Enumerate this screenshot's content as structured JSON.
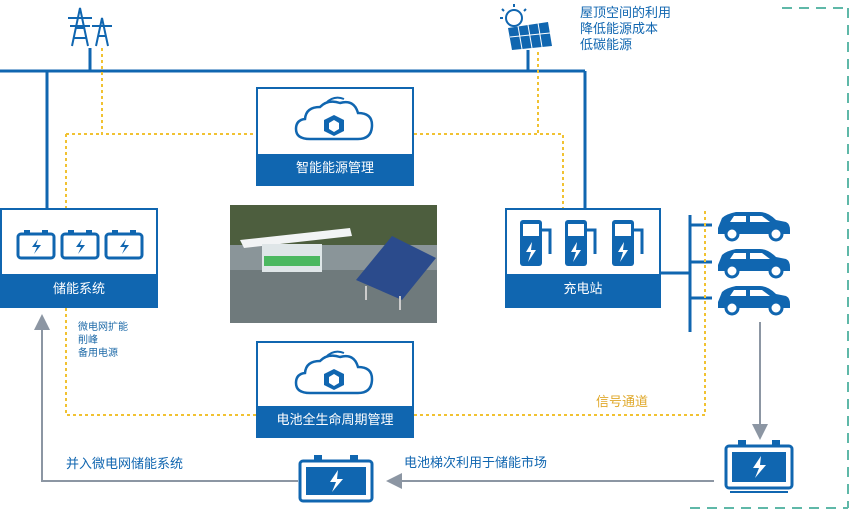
{
  "rooftop": {
    "line1": "屋顶空间的利用",
    "line2": "降低能源成本",
    "line3": "低碳能源"
  },
  "boxes": {
    "energy_mgmt": "智能能源管理",
    "storage": "储能系统",
    "charging": "充电站",
    "battery_lifecycle": "电池全生命周期管理"
  },
  "storage_notes": {
    "line1": "微电网扩能",
    "line2": "削峰",
    "line3": "备用电源"
  },
  "labels": {
    "signal_channel": "信号通道",
    "microgrid_merge": "并入微电网储能系统",
    "second_use": "电池梯次利用于储能市场"
  },
  "colors": {
    "primary_blue": "#1066b0",
    "signal_orange": "#f1c232",
    "arrow_gray": "#8c96a3",
    "dashed_teal": "#5fb8a8"
  }
}
